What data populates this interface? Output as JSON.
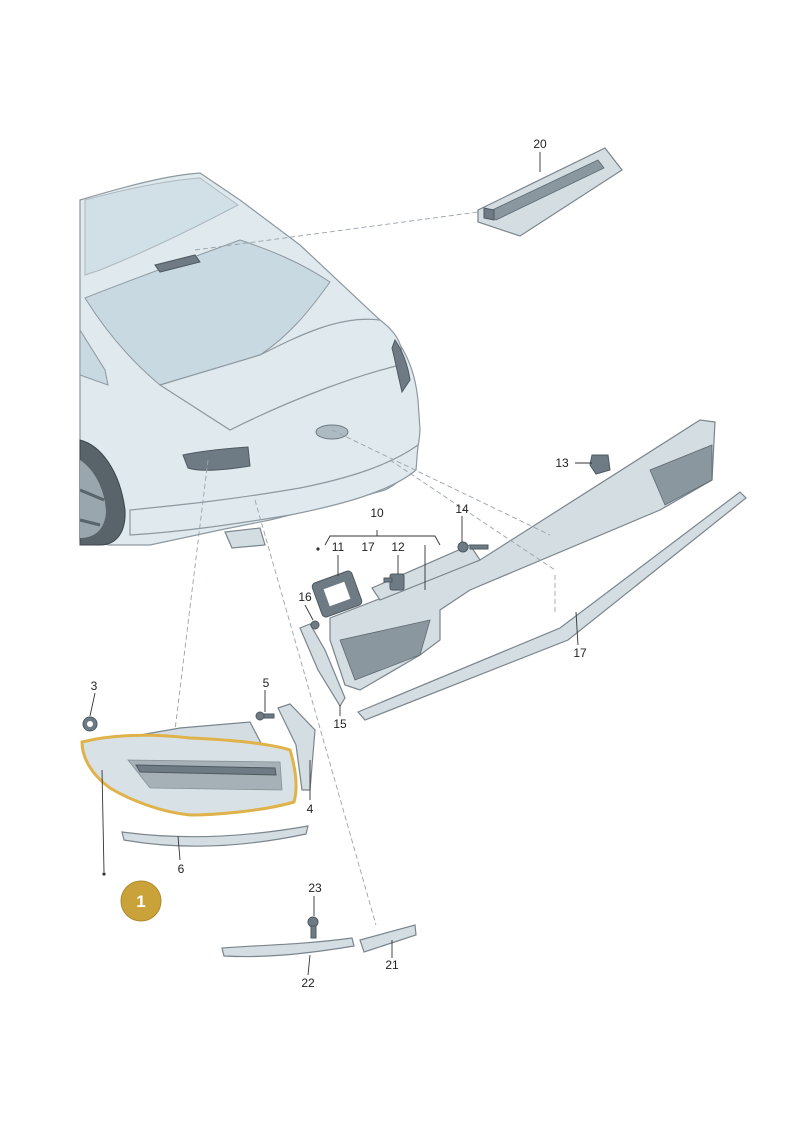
{
  "diagram": {
    "callouts": [
      "1",
      "3",
      "4",
      "5",
      "6",
      "10",
      "11",
      "17",
      "12",
      "13",
      "14",
      "15",
      "16",
      "17",
      "20",
      "21",
      "22",
      "23"
    ],
    "colors": {
      "highlight_outline": "#e0b24a",
      "badge_fill": "#c9a23a",
      "badge_text": "#ffffff",
      "part_fill": "#d3dde2",
      "line": "#333333"
    }
  }
}
